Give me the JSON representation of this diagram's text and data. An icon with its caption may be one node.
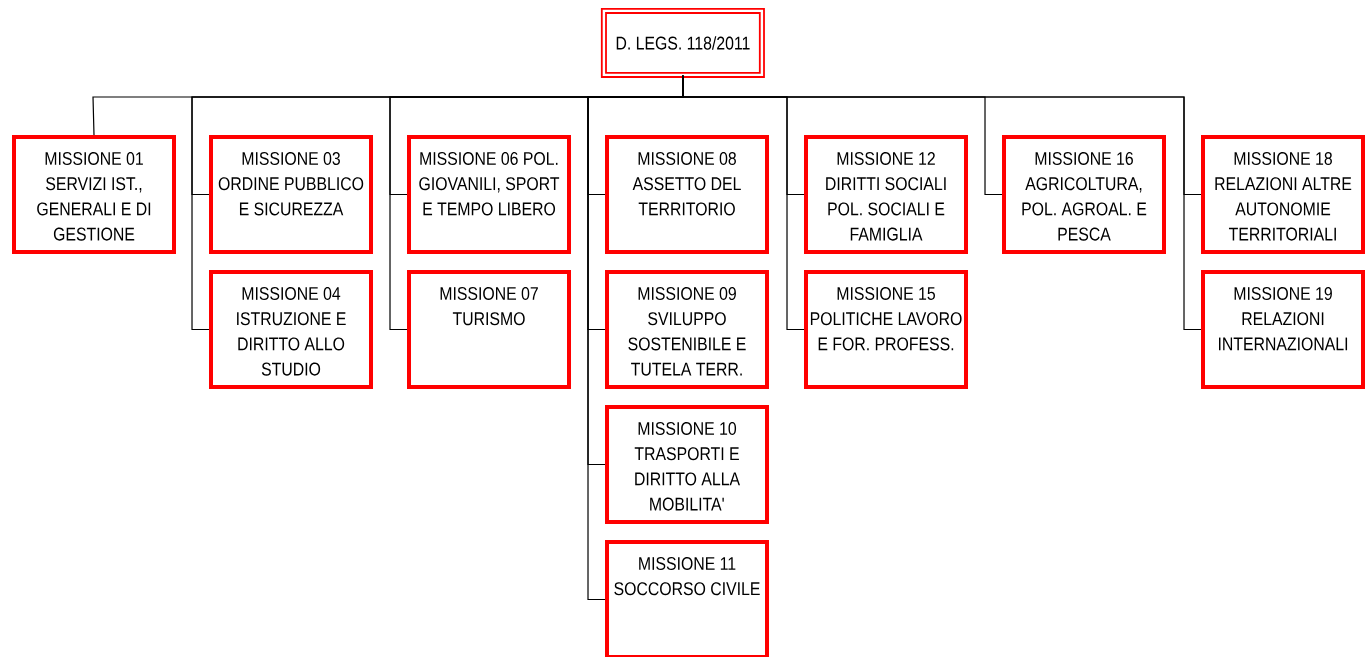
{
  "diagram": {
    "nodes": [
      {
        "text": [
          "D. LEGS. 118/2011"
        ]
      },
      {
        "text": [
          "MISSIONE 01 SERVIZI IST., GENERALI E DI GESTIONE"
        ]
      },
      {
        "text": [
          "MISSIONE 03 ORDINE PUBBLICO E SICUREZZA"
        ]
      },
      {
        "text": [
          "MISSIONE 04 ISTRUZIONE E DIRITTO ALLO STUDIO"
        ]
      },
      {
        "text": [
          "MISSIONE 06 POL. GIOVANILI, SPORT E TEMPO LIBERO"
        ]
      },
      {
        "text": [
          "MISSIONE 07 TURISMO"
        ]
      },
      {
        "text": [
          "MISSIONE 08 ASSETTO DEL TERRITORIO"
        ]
      },
      {
        "text": [
          "MISSIONE 09 SVILUPPO SOSTENIBILE E TUTELA TERR."
        ]
      },
      {
        "text": [
          "MISSIONE 10 TRASPORTI E DIRITTO ALLA MOBILITA'"
        ]
      },
      {
        "text": [
          "MISSIONE 11 SOCCORSO CIVILE"
        ]
      },
      {
        "text": [
          "MISSIONE 12 DIRITTI SOCIALI POL. SOCIALI E FAMIGLIA"
        ]
      },
      {
        "text": [
          "MISSIONE 15 POLITICHE LAVORO E FOR. PROFESS."
        ]
      },
      {
        "text": [
          "MISSIONE 16 AGRICOLTURA, POL. AGROAL. E PESCA"
        ]
      },
      {
        "text": [
          "MISSIONE 18 RELAZIONI ALTRE AUTONOMIE TERRITORIALI"
        ]
      },
      {
        "text": [
          "MISSIONE 19 RELAZIONI INTERNAZIONALI"
        ]
      }
    ],
    "edges": [
      {
        "from": 0,
        "to": 1,
        "arrow": "none"
      },
      {
        "from": 0,
        "to": 2,
        "arrow": "none"
      },
      {
        "from": 0,
        "to": 3,
        "arrow": "none"
      },
      {
        "from": 0,
        "to": 4,
        "arrow": "none"
      },
      {
        "from": 0,
        "to": 5,
        "arrow": "none"
      },
      {
        "from": 0,
        "to": 6,
        "arrow": "none"
      },
      {
        "from": 0,
        "to": 7,
        "arrow": "none"
      },
      {
        "from": 0,
        "to": 8,
        "arrow": "none"
      },
      {
        "from": 0,
        "to": 9,
        "arrow": "none"
      },
      {
        "from": 0,
        "to": 10,
        "arrow": "none"
      },
      {
        "from": 0,
        "to": 11,
        "arrow": "none"
      },
      {
        "from": 0,
        "to": 12,
        "arrow": "none"
      },
      {
        "from": 0,
        "to": 13,
        "arrow": "none"
      },
      {
        "from": 0,
        "to": 14,
        "arrow": "none"
      }
    ]
  }
}
